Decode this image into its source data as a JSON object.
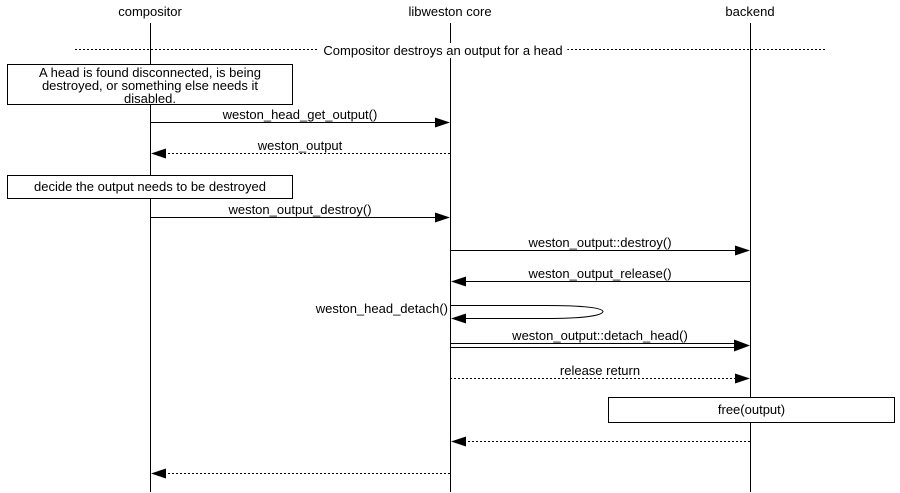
{
  "diagram": {
    "title_hint": "sequence diagram",
    "colors": {
      "line": "#000000",
      "background": "#ffffff"
    },
    "actors": [
      {
        "label": "compositor"
      },
      {
        "label": "libweston core"
      },
      {
        "label": "backend"
      }
    ],
    "divider": {
      "label": "Compositor destroys an output for a head"
    },
    "notes": [
      {
        "lines": [
          "A head is found disconnected, is being",
          "destroyed, or something else needs it",
          "disabled."
        ]
      },
      {
        "lines": [
          "decide the output needs to be destroyed"
        ]
      },
      {
        "lines": [
          "free(output)"
        ]
      }
    ],
    "messages": [
      {
        "label": "weston_head_get_output()",
        "from": "compositor",
        "to": "libweston core",
        "style": "solid"
      },
      {
        "label": "weston_output",
        "from": "libweston core",
        "to": "compositor",
        "style": "dotted-return"
      },
      {
        "label": "weston_output_destroy()",
        "from": "compositor",
        "to": "libweston core",
        "style": "solid"
      },
      {
        "label": "weston_output::destroy()",
        "from": "libweston core",
        "to": "backend",
        "style": "solid"
      },
      {
        "label": "weston_output_release()",
        "from": "backend",
        "to": "libweston core",
        "style": "solid"
      },
      {
        "label": "weston_head_detach()",
        "from": "libweston core",
        "to": "libweston core",
        "style": "self"
      },
      {
        "label": "weston_output::detach_head()",
        "from": "libweston core",
        "to": "backend",
        "style": "double"
      },
      {
        "label": "release return",
        "from": "libweston core",
        "to": "backend",
        "style": "dotted-return"
      },
      {
        "label": "",
        "from": "backend",
        "to": "libweston core",
        "style": "dotted-return"
      },
      {
        "label": "",
        "from": "libweston core",
        "to": "compositor",
        "style": "dotted-return"
      }
    ]
  }
}
